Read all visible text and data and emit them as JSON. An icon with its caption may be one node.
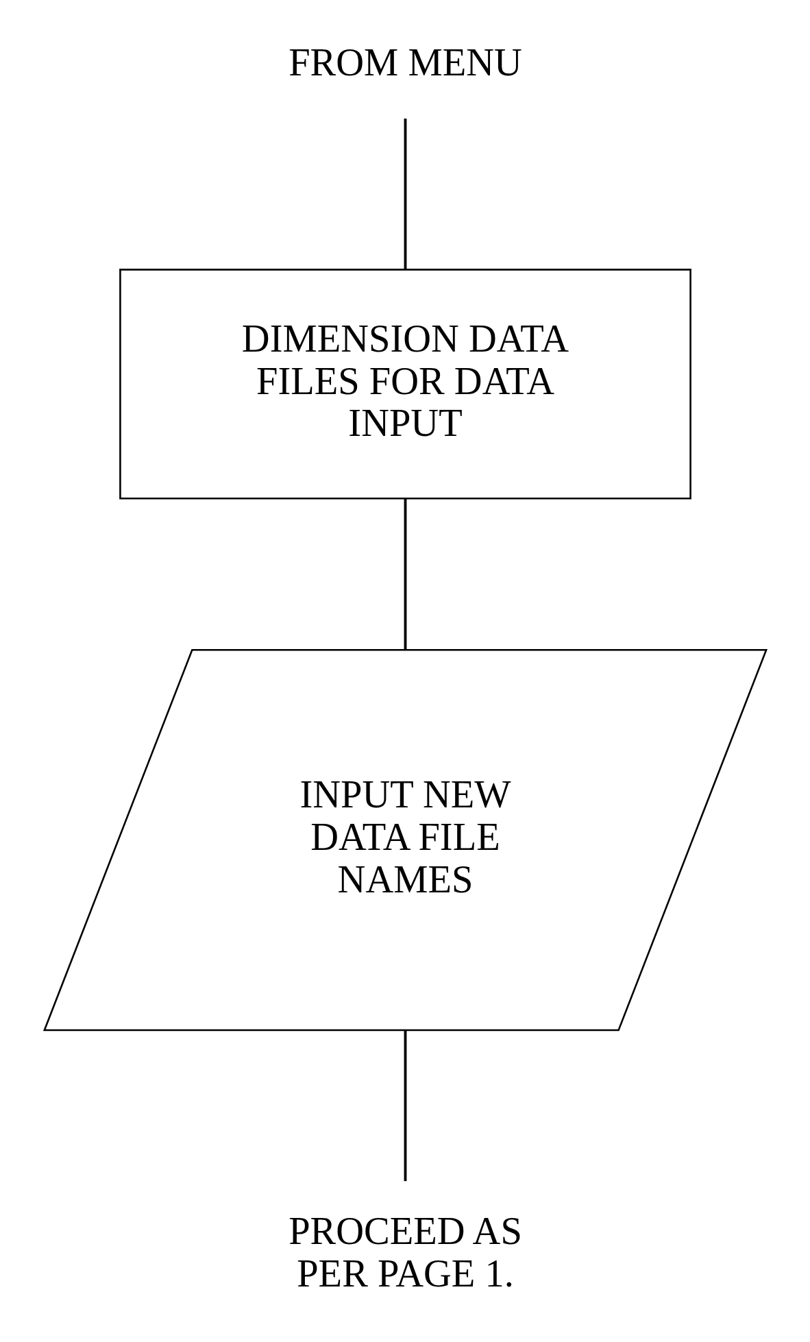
{
  "diagram": {
    "nodes": [
      {
        "text": [
          "FROM MENU"
        ]
      },
      {
        "text": [
          "DIMENSION DATA FILES FOR DATA INPUT"
        ]
      },
      {
        "text": [
          "INPUT NEW DATA FILE NAMES"
        ]
      },
      {
        "text": [
          "PROCEED AS PER PAGE 1."
        ]
      }
    ],
    "edges": [
      {
        "from": 0,
        "to": 1,
        "arrow": "none"
      },
      {
        "from": 1,
        "to": 2,
        "arrow": "none"
      },
      {
        "from": 2,
        "to": 3,
        "arrow": "none"
      }
    ]
  }
}
